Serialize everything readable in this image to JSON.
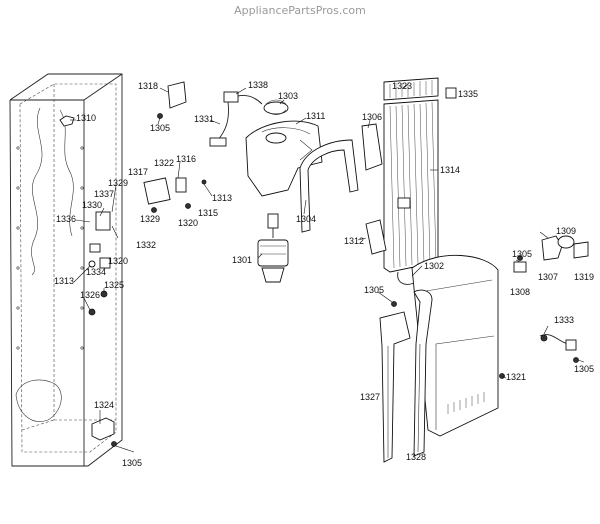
{
  "watermark": "AppliancePartsPros.com",
  "callouts": [
    {
      "id": "1318",
      "label": "1318"
    },
    {
      "id": "1338",
      "label": "1338"
    },
    {
      "id": "1303",
      "label": "1303"
    },
    {
      "id": "1323",
      "label": "1323"
    },
    {
      "id": "1335",
      "label": "1335"
    },
    {
      "id": "1310",
      "label": "1310"
    },
    {
      "id": "1305a",
      "label": "1305"
    },
    {
      "id": "1331",
      "label": "1331"
    },
    {
      "id": "1311",
      "label": "1311"
    },
    {
      "id": "1306",
      "label": "1306"
    },
    {
      "id": "1316",
      "label": "1316"
    },
    {
      "id": "1322",
      "label": "1322"
    },
    {
      "id": "1317",
      "label": "1317"
    },
    {
      "id": "1314",
      "label": "1314"
    },
    {
      "id": "1329a",
      "label": "1329"
    },
    {
      "id": "1337",
      "label": "1337"
    },
    {
      "id": "1330",
      "label": "1330"
    },
    {
      "id": "1313a",
      "label": "1313"
    },
    {
      "id": "1336",
      "label": "1336"
    },
    {
      "id": "1329b",
      "label": "1329"
    },
    {
      "id": "1320a",
      "label": "1320"
    },
    {
      "id": "1315",
      "label": "1315"
    },
    {
      "id": "1332",
      "label": "1332"
    },
    {
      "id": "1304",
      "label": "1304"
    },
    {
      "id": "1320b",
      "label": "1320"
    },
    {
      "id": "1312",
      "label": "1312"
    },
    {
      "id": "1309",
      "label": "1309"
    },
    {
      "id": "1301",
      "label": "1301"
    },
    {
      "id": "1334",
      "label": "1334"
    },
    {
      "id": "1302",
      "label": "1302"
    },
    {
      "id": "1305b",
      "label": "1305"
    },
    {
      "id": "1313b",
      "label": "1313"
    },
    {
      "id": "1325",
      "label": "1325"
    },
    {
      "id": "1307",
      "label": "1307"
    },
    {
      "id": "1319",
      "label": "1319"
    },
    {
      "id": "1326",
      "label": "1326"
    },
    {
      "id": "1305c",
      "label": "1305"
    },
    {
      "id": "1308",
      "label": "1308"
    },
    {
      "id": "1333",
      "label": "1333"
    },
    {
      "id": "1321",
      "label": "1321"
    },
    {
      "id": "1305d",
      "label": "1305"
    },
    {
      "id": "1327",
      "label": "1327"
    },
    {
      "id": "1324",
      "label": "1324"
    },
    {
      "id": "1328",
      "label": "1328"
    },
    {
      "id": "1305e",
      "label": "1305"
    }
  ]
}
